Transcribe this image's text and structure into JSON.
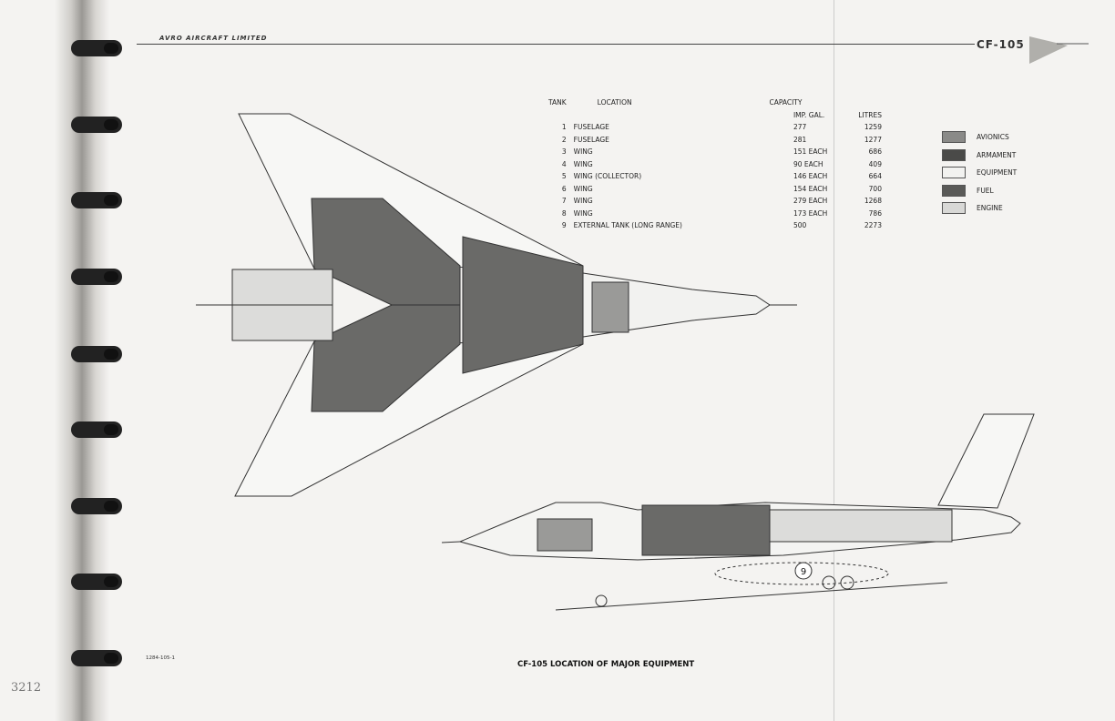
{
  "header": {
    "company": "AVRO AIRCRAFT LIMITED",
    "model": "CF-105"
  },
  "tank_table": {
    "headers": {
      "tank": "TANK",
      "location": "LOCATION",
      "capacity": "CAPACITY",
      "imp_gal": "IMP. GAL.",
      "litres": "LITRES"
    },
    "rows": [
      {
        "tank": "1",
        "location": "FUSELAGE",
        "imp_gal": "277",
        "litres": "1259"
      },
      {
        "tank": "2",
        "location": "FUSELAGE",
        "imp_gal": "281",
        "litres": "1277"
      },
      {
        "tank": "3",
        "location": "WING",
        "imp_gal": "151 EACH",
        "litres": "686"
      },
      {
        "tank": "4",
        "location": "WING",
        "imp_gal": "90 EACH",
        "litres": "409"
      },
      {
        "tank": "5",
        "location": "WING   (COLLECTOR)",
        "imp_gal": "146 EACH",
        "litres": "664"
      },
      {
        "tank": "6",
        "location": "WING",
        "imp_gal": "154 EACH",
        "litres": "700"
      },
      {
        "tank": "7",
        "location": "WING",
        "imp_gal": "279 EACH",
        "litres": "1268"
      },
      {
        "tank": "8",
        "location": "WING",
        "imp_gal": "173 EACH",
        "litres": "786"
      },
      {
        "tank": "9",
        "location": "EXTERNAL TANK (LONG RANGE)",
        "imp_gal": "500",
        "litres": "2273"
      }
    ]
  },
  "legend": [
    {
      "label": "AVIONICS",
      "color": "#8a8a88"
    },
    {
      "label": "ARMAMENT",
      "color": "#4a4a48"
    },
    {
      "label": "EQUIPMENT",
      "color": "#f2f2f0"
    },
    {
      "label": "FUEL",
      "color": "#5a5a58"
    },
    {
      "label": "ENGINE",
      "color": "#d8d8d6"
    }
  ],
  "side_view_tank_marker": "9",
  "footer": {
    "doc_number": "1284-105-1",
    "caption": "CF-105 LOCATION OF MAJOR EQUIPMENT",
    "page_handwritten": "3212"
  }
}
